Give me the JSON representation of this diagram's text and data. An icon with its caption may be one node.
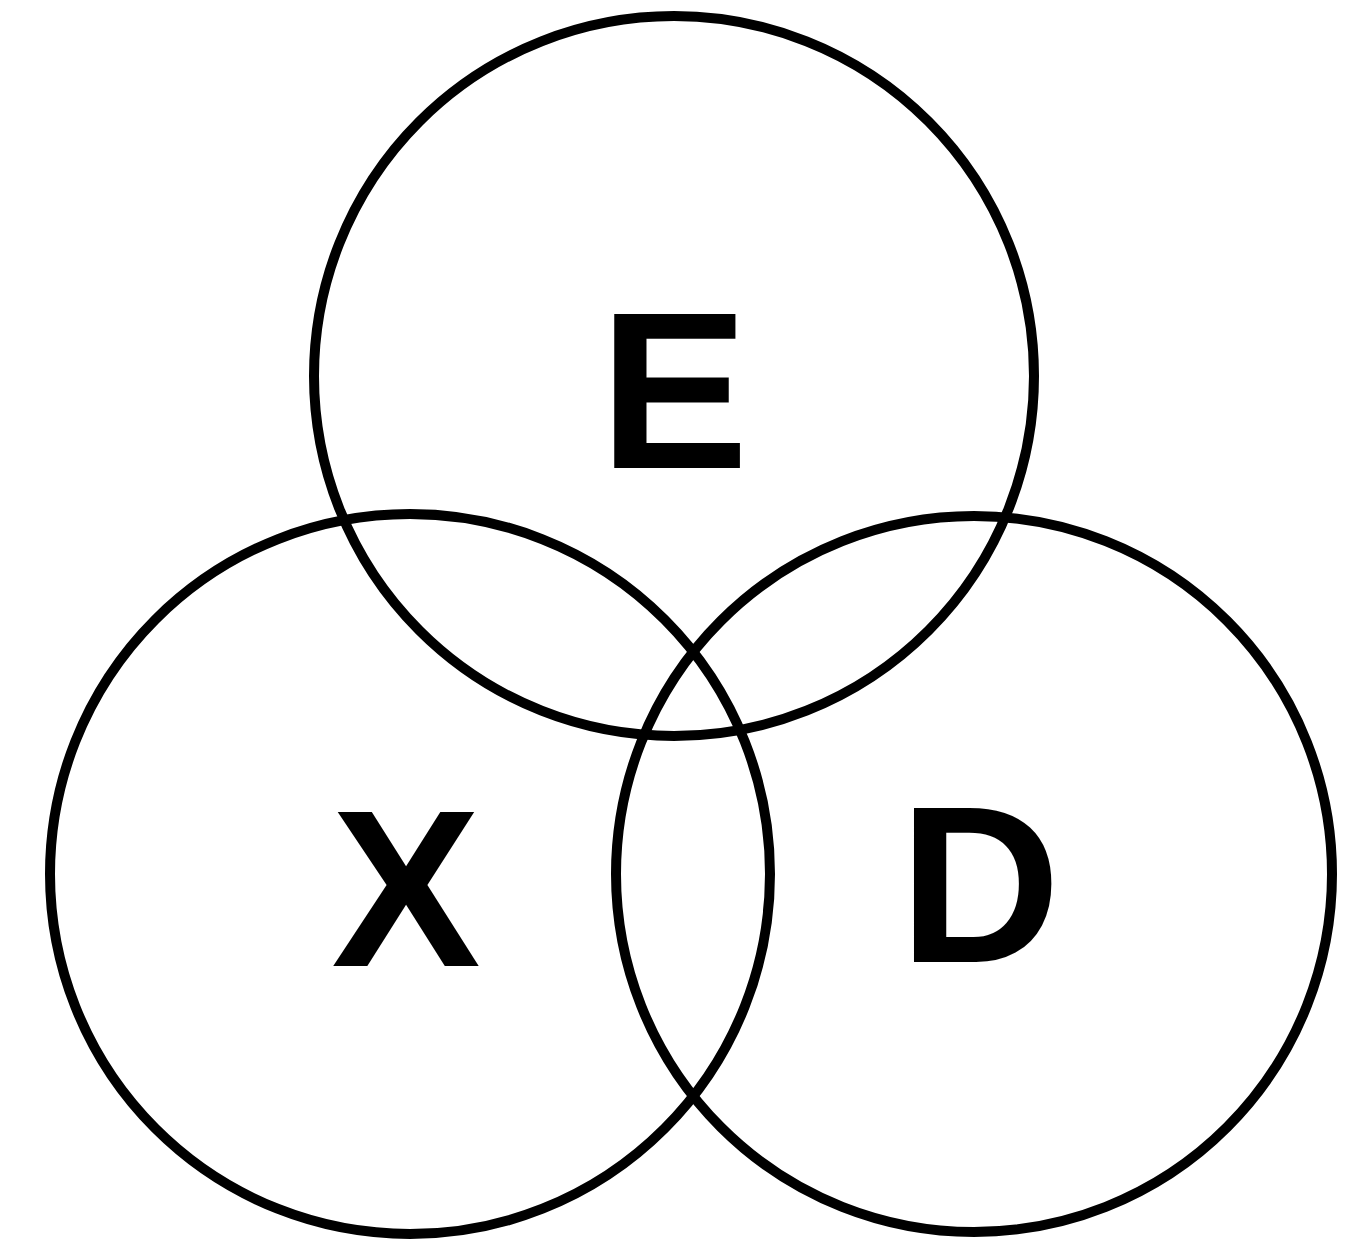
{
  "diagram": {
    "nodes": [
      {
        "text": [
          "E"
        ]
      },
      {
        "text": [
          "X"
        ]
      },
      {
        "text": [
          "D"
        ]
      }
    ]
  }
}
